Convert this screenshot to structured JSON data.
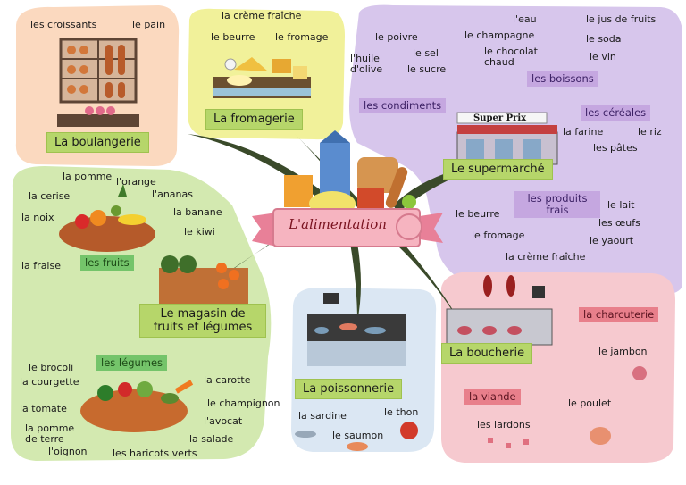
{
  "center": {
    "label": "L'alimentation"
  },
  "boulangerie": {
    "title": "La boulangerie",
    "items": [
      "les croissants",
      "le pain"
    ]
  },
  "fromagerie": {
    "title": "La fromagerie",
    "items": [
      "la crème fraîche",
      "le beurre",
      "le fromage"
    ]
  },
  "supermarche": {
    "title": "Le supermarché",
    "sign": "Super Prix",
    "boissons": {
      "label": "les boissons",
      "items": [
        "l'eau",
        "le jus de fruits",
        "le champagne",
        "le soda",
        "le chocolat chaud",
        "le vin"
      ]
    },
    "condiments": {
      "label": "les condiments",
      "items": [
        "le poivre",
        "le sel",
        "l'huile d'olive",
        "le sucre"
      ]
    },
    "cereales": {
      "label": "les céréales",
      "items": [
        "la farine",
        "le riz",
        "les pâtes"
      ]
    },
    "produits_frais": {
      "label": "les produits frais",
      "items": [
        "le beurre",
        "le lait",
        "les œufs",
        "le fromage",
        "le yaourt",
        "la crème fraîche"
      ]
    }
  },
  "fruits_legumes": {
    "title": "Le magasin de fruits et légumes",
    "fruits": {
      "label": "les fruits",
      "items": [
        "la pomme",
        "l'orange",
        "la cerise",
        "l'ananas",
        "la noix",
        "la banane",
        "le kiwi",
        "la fraise"
      ]
    },
    "legumes": {
      "label": "les légumes",
      "items": [
        "le brocoli",
        "la courgette",
        "la carotte",
        "le champignon",
        "la tomate",
        "l'avocat",
        "la pomme de terre",
        "la salade",
        "l'oignon",
        "les haricots verts"
      ]
    }
  },
  "poissonnerie": {
    "title": "La poissonnerie",
    "items": [
      "la sardine",
      "le thon",
      "le saumon"
    ]
  },
  "boucherie": {
    "title": "La boucherie",
    "charcuterie": {
      "label": "la charcuterie",
      "items": [
        "le jambon"
      ]
    },
    "viande": {
      "label": "la viande",
      "items": [
        "le poulet",
        "les lardons"
      ]
    }
  },
  "colors": {
    "orange_bg": "#fbd9bf",
    "yellow_bg": "#f1f19a",
    "purple_bg": "#d7c6ec",
    "green_bg": "#d3e9b0",
    "blue_bg": "#dbe7f3",
    "pink_bg": "#f6c9cf",
    "title_green": "#b6d66a",
    "ribbon": "#f2a0ad"
  }
}
